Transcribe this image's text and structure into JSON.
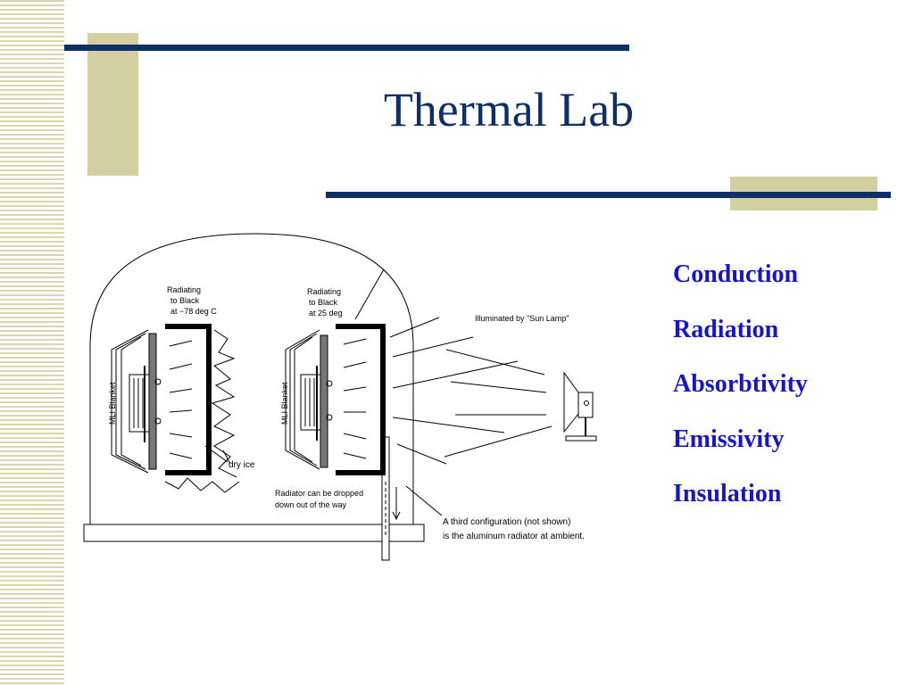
{
  "slide": {
    "title": "Thermal Lab",
    "terms": [
      "Conduction",
      "Radiation",
      "Absorbtivity",
      "Emissivity",
      "Insulation"
    ]
  },
  "diagram": {
    "left_radiator_label": [
      "Radiating",
      "to Black",
      "at −78 deg C"
    ],
    "right_radiator_label": [
      "Radiating",
      "to Black",
      "at 25 deg"
    ],
    "mli_label": "MLI Blanket",
    "dry_ice_label": "dry ice",
    "sun_lamp_label": "Illuminated by \"Sun Lamp\"",
    "drop_note": [
      "Radiator can be dropped",
      "down out of the way"
    ],
    "third_config_note": [
      "A third configuration (not shown)",
      "is the aluminum radiator at ambient."
    ]
  },
  "colors": {
    "navy": "#0f3066",
    "tan": "#d4cfa0",
    "term_blue": "#1515d0"
  }
}
